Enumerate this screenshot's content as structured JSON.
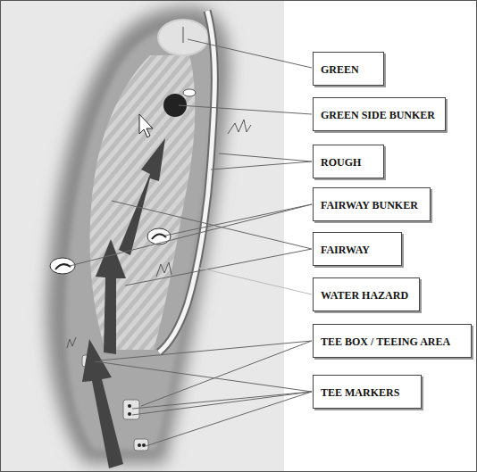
{
  "diagram": {
    "nodes": [
      {
        "text": [
          "GREEN"
        ]
      },
      {
        "text": [
          "GREEN SIDE BUNKER"
        ]
      },
      {
        "text": [
          "ROUGH"
        ]
      },
      {
        "text": [
          "FAIRWAY BUNKER"
        ]
      },
      {
        "text": [
          "FAIRWAY"
        ]
      },
      {
        "text": [
          "WATER HAZARD"
        ]
      },
      {
        "text": [
          "TEE BOX / TEEING AREA"
        ]
      },
      {
        "text": [
          "TEE MARKERS"
        ]
      }
    ]
  }
}
